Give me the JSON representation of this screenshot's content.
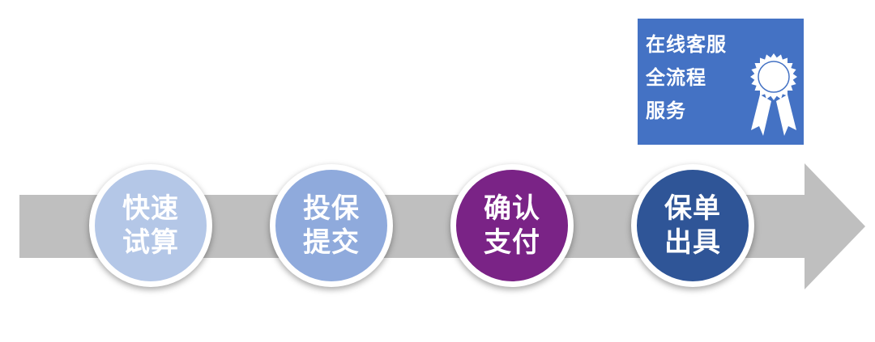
{
  "steps": [
    {
      "line1": "快速",
      "line2": "试算",
      "color": "#b4c7e7"
    },
    {
      "line1": "投保",
      "line2": "提交",
      "color": "#8faadc"
    },
    {
      "line1": "确认",
      "line2": "支付",
      "color": "#7a2386"
    },
    {
      "line1": "保单",
      "line2": "出具",
      "color": "#2f5597"
    }
  ],
  "service": {
    "lines": [
      "在线客服",
      "全流程",
      "服务"
    ],
    "icon": "award-ribbon-icon",
    "color": "#4472c4"
  },
  "arrow_color": "#bfbfbf"
}
